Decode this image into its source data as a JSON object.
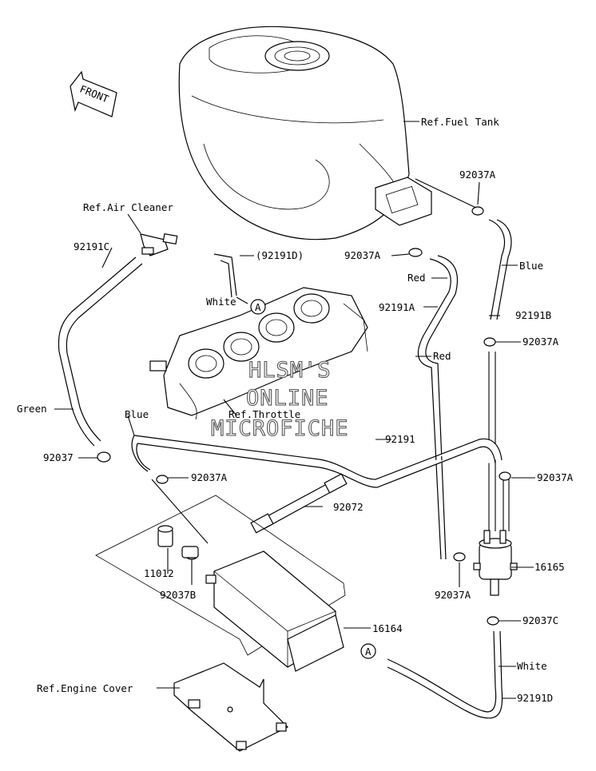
{
  "front_arrow": "FRONT",
  "labels": {
    "ref_fuel_tank": "Ref.Fuel Tank",
    "ref_air_cleaner": "Ref.Air Cleaner",
    "ref_throttle": "Ref.Throttle",
    "ref_engine_cover": "Ref.Engine Cover",
    "p_92191c": "92191C",
    "p_92191d_ref": "(92191D)",
    "white_1": "White",
    "marker_a_1": "A",
    "p_92037a_1": "92037A",
    "p_92037a_2": "92037A",
    "red_1": "Red",
    "blue_1": "Blue",
    "p_92191a": "92191A",
    "p_92191b": "92191B",
    "p_92037a_3": "92037A",
    "red_2": "Red",
    "green": "Green",
    "blue_2": "Blue",
    "p_92191": "92191",
    "p_92037": "92037",
    "p_92037a_4": "92037A",
    "p_92037a_5": "92037A",
    "p_92072": "92072",
    "p_11012": "11012",
    "p_92037b": "92037B",
    "p_16165": "16165",
    "p_92037a_6": "92037A",
    "p_92037c": "92037C",
    "p_16164": "16164",
    "marker_a_2": "A",
    "white_2": "White",
    "p_92191d": "92191D"
  },
  "watermark": [
    "HLSM'S",
    "ONLINE",
    "MICROFICHE"
  ]
}
